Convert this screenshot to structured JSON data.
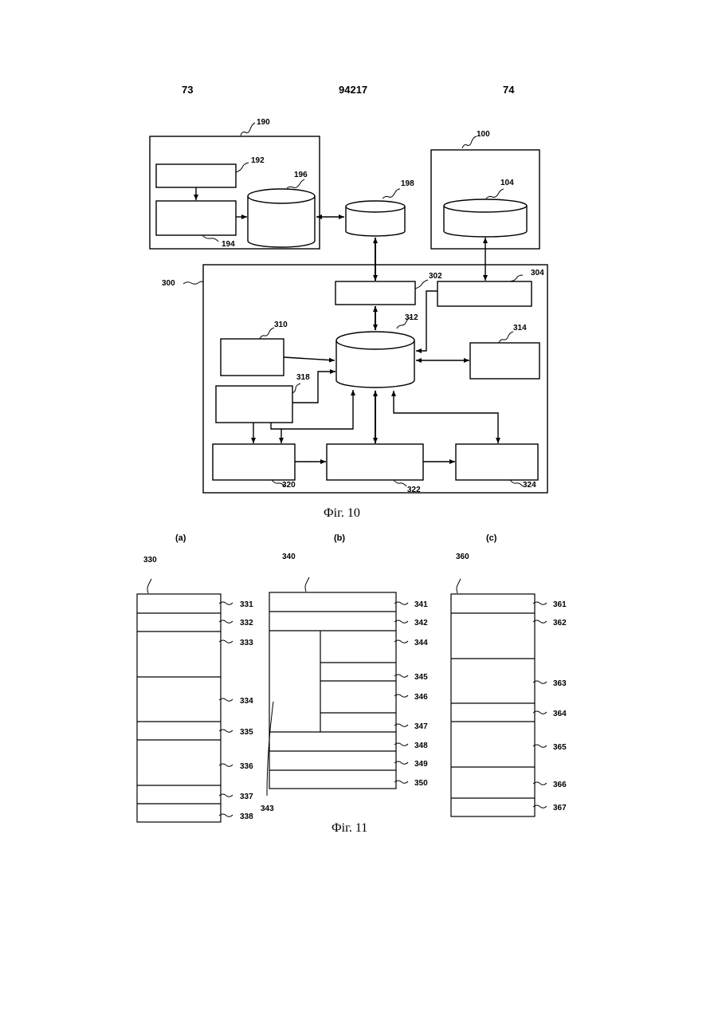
{
  "header": {
    "left_page": "73",
    "patent_number": "94217",
    "right_page": "74"
  },
  "fig10": {
    "caption": "Фіг. 10",
    "labels": {
      "l190": "190",
      "l192": "192",
      "l194": "194",
      "l196": "196",
      "l198": "198",
      "l100": "100",
      "l104": "104",
      "l300": "300",
      "l302": "302",
      "l304": "304",
      "l310": "310",
      "l312": "312",
      "l314": "314",
      "l318": "318",
      "l320": "320",
      "l322": "322",
      "l324": "324"
    }
  },
  "fig11": {
    "caption": "Фіг. 11",
    "sub_a": "(a)",
    "sub_b": "(b)",
    "sub_c": "(c)",
    "a": {
      "ref": "330",
      "rows": [
        "331",
        "332",
        "333",
        "334",
        "335",
        "336",
        "337",
        "338"
      ]
    },
    "b": {
      "ref": "340",
      "rows": [
        "341",
        "342",
        "344",
        "345",
        "346",
        "347",
        "348",
        "349",
        "350"
      ],
      "side": "343"
    },
    "c": {
      "ref": "360",
      "rows": [
        "361",
        "362",
        "363",
        "364",
        "365",
        "366",
        "367"
      ]
    }
  }
}
